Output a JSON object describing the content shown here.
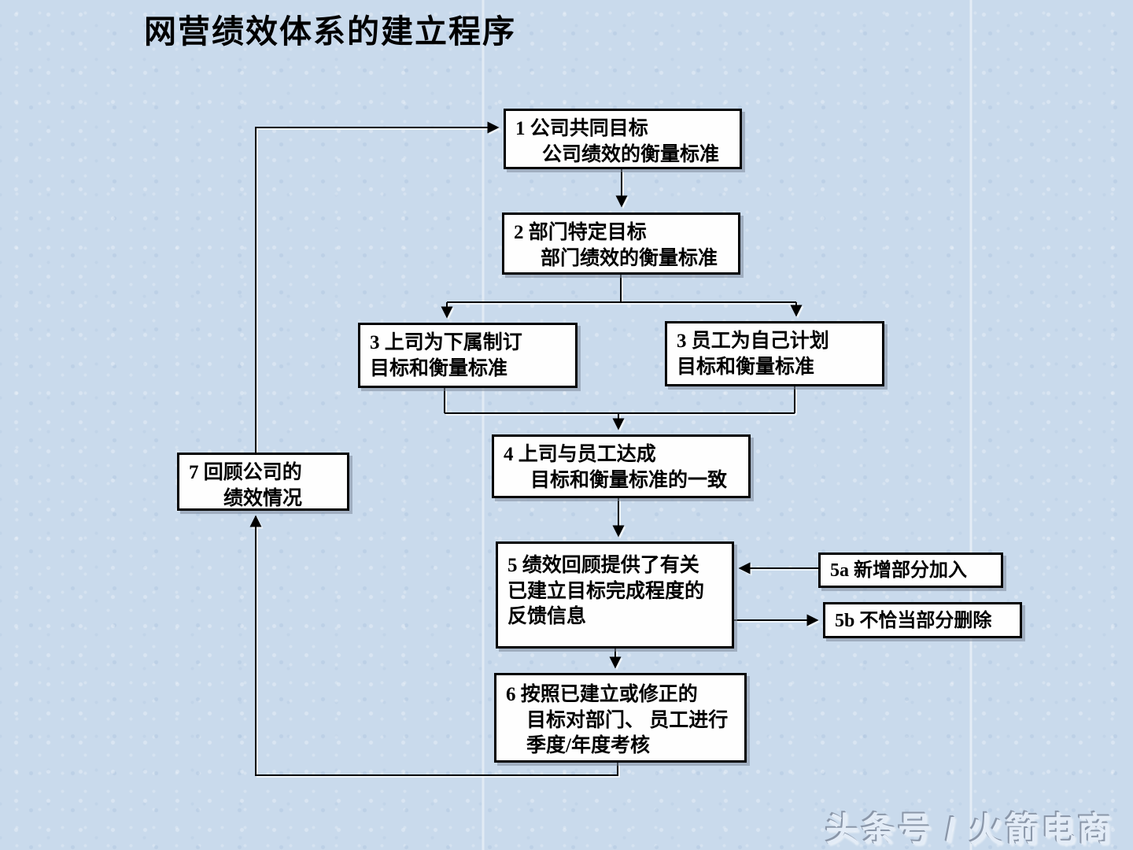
{
  "title": "网营绩效体系的建立程序",
  "watermark": "头条号 / 火箭电商",
  "colors": {
    "background": "#c9daec",
    "box_fill": "#fefefe",
    "box_border": "#000000",
    "box_shadow": "#7d8a9c",
    "text": "#000000",
    "watermark_fill": "#e3ecf7"
  },
  "boxes": {
    "b1": {
      "lines": [
        "1 公司共同目标",
        "公司绩效的衡量标准"
      ]
    },
    "b2": {
      "lines": [
        "2  部门特定目标",
        "部门绩效的衡量标准"
      ]
    },
    "b3l": {
      "lines": [
        "3 上司为下属制订",
        "目标和衡量标准"
      ]
    },
    "b3r": {
      "lines": [
        "3 员工为自己计划",
        "目标和衡量标准"
      ]
    },
    "b4": {
      "lines": [
        "4 上司与员工达成",
        "目标和衡量标准的一致"
      ]
    },
    "b5": {
      "lines": [
        "5 绩效回顾提供了有关",
        "已建立目标完成程度的",
        "反馈信息"
      ]
    },
    "b5a": {
      "lines": [
        "5a  新增部分加入"
      ]
    },
    "b5b": {
      "lines": [
        "5b  不恰当部分删除"
      ]
    },
    "b6": {
      "lines": [
        "6 按照已建立或修正的",
        "目标对部门、 员工进行",
        "季度/年度考核"
      ]
    },
    "b7": {
      "lines": [
        "7  回顾公司的",
        "绩效情况"
      ]
    }
  },
  "flow": {
    "edges": [
      "1→2",
      "2→3(上司)",
      "2→3(员工)",
      "3→4",
      "4→5",
      "5a→5",
      "5→5b",
      "5→6",
      "6→7",
      "7→1"
    ]
  }
}
